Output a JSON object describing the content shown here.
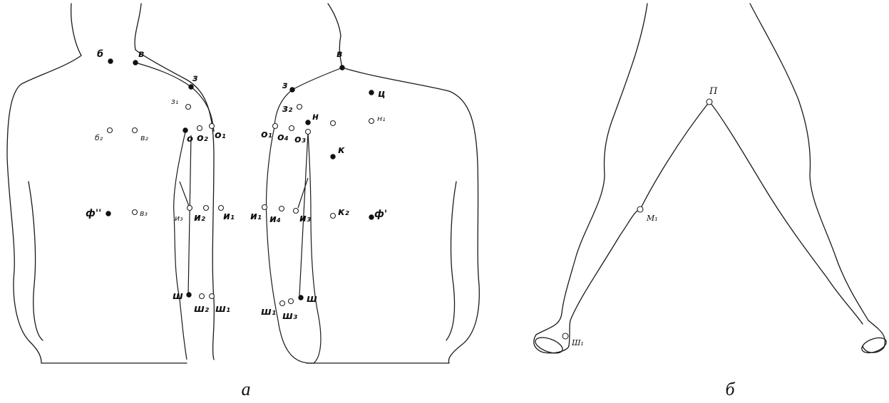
{
  "captions": {
    "left": "а",
    "right": "б"
  },
  "panel_a": {
    "left_torso": {
      "b": "б",
      "v": "в",
      "z": "з",
      "z1": "з₁",
      "b2": "б₂",
      "v2": "в₂",
      "o": "о",
      "o2": "о₂",
      "o1": "о₁",
      "f2": "ф''",
      "v3": "в₃",
      "i3": "и₃",
      "i2": "и₂",
      "i1": "и₁",
      "sh": "ш",
      "sh2": "ш₂",
      "sh1": "ш₁"
    },
    "right_torso": {
      "v": "в",
      "z": "з",
      "ts": "ц",
      "z2": "з₂",
      "n": "н",
      "n1": "н₁",
      "o1": "о₁",
      "o4": "о₄",
      "o3": "о₃",
      "k": "к",
      "i1": "и₁",
      "i4": "и₄",
      "i3": "и₃",
      "k2": "к₂",
      "f1": "ф'",
      "sh": "ш",
      "sh1": "ш₁",
      "sh3": "ш₃"
    }
  },
  "panel_b": {
    "p": "П",
    "m1": "М₁",
    "sh1": "Ш₁"
  }
}
